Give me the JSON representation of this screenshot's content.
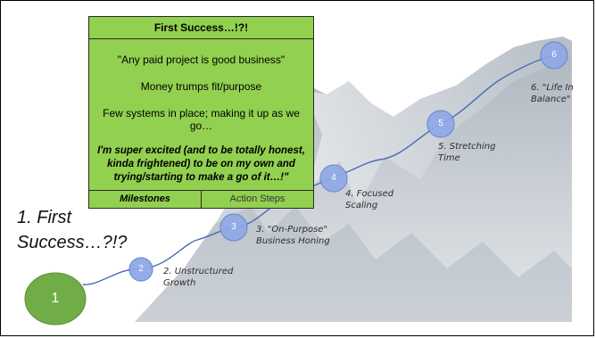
{
  "card": {
    "title": "First Success…!?!",
    "line1": "\"Any paid project is good business\"",
    "line2": "Money trumps fit/purpose",
    "line3": "Few systems in place; making it up as we go…",
    "quote": "I'm super excited (and to be totally honest, kinda frightened) to be on my own and trying/starting to make a go of it…!\"",
    "tab_milestones": "Milestones",
    "tab_action_steps": "Action Steps"
  },
  "stage_title": {
    "line1": "1. First",
    "line2": "Success…?!?"
  },
  "steps": [
    {
      "num": "1"
    },
    {
      "num": "2",
      "label1": "2. Unstructured",
      "label2": "Growth"
    },
    {
      "num": "3",
      "label1": "3. \"On-Purpose\"",
      "label2": "Business Honing"
    },
    {
      "num": "4",
      "label1": "4. Focused",
      "label2": "Scaling"
    },
    {
      "num": "5",
      "label1": "5. Stretching",
      "label2": "Time"
    },
    {
      "num": "6",
      "label1": "6. \"Life In",
      "label2": "Balance\""
    }
  ],
  "colors": {
    "card_green": "#92d050",
    "start_node_green": "#70ad47",
    "node_blue": "#8fa8e8",
    "path_blue": "#4a6bb3",
    "mountain": "#c9cfd6"
  }
}
